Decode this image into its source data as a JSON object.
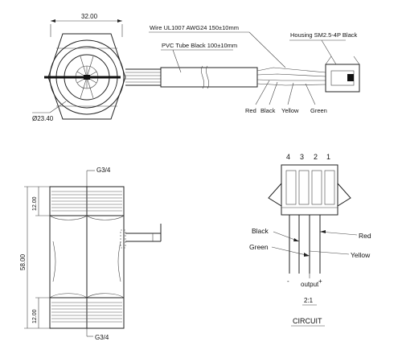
{
  "top_view": {
    "dim_width": "32.00",
    "dim_diameter": "Ø23.40",
    "wire_label": "Wire UL1007 AWG24  150±10mm",
    "tube_label": "PVC Tube Black 100±10mm",
    "housing_label": "Housing SM2.5-4P Black",
    "wire_colors": [
      "Red",
      "Black",
      "Yellow",
      "Green"
    ]
  },
  "side_view": {
    "thread_top": "G3/4",
    "thread_bottom": "G3/4",
    "dim_top": "12.00",
    "dim_total": "58.00",
    "dim_bottom": "12.00"
  },
  "circuit": {
    "pin_numbers": [
      "4",
      "3",
      "2",
      "1"
    ],
    "wire_black": "Black",
    "wire_green": "Green",
    "wire_red": "Red",
    "wire_yellow": "Yellow",
    "sign_minus": "-",
    "sign_plus": "+",
    "output_label": "output",
    "scale": "2:1",
    "title": "CIRCUIT"
  }
}
